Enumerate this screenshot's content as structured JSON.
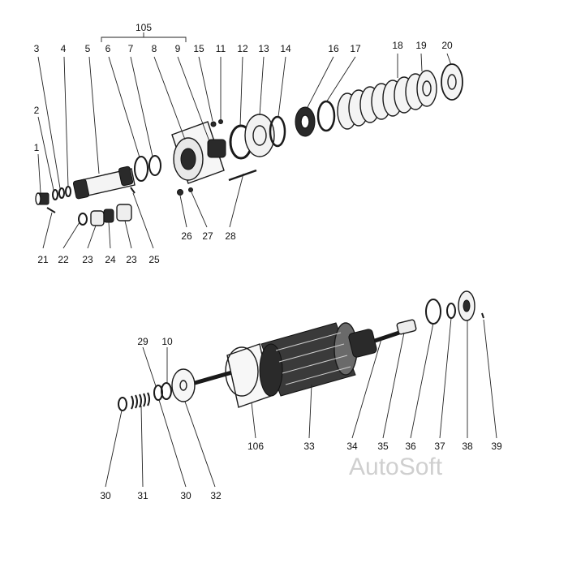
{
  "watermark": "AutoSoft",
  "top_group": {
    "bracket_label": "105",
    "labels": [
      "1",
      "2",
      "3",
      "4",
      "5",
      "6",
      "7",
      "8",
      "9",
      "15",
      "11",
      "12",
      "13",
      "14",
      "16",
      "17",
      "18",
      "19",
      "20",
      "21",
      "22",
      "23",
      "24",
      "23",
      "25",
      "26",
      "27",
      "28"
    ]
  },
  "bottom_group": {
    "labels": [
      "29",
      "10",
      "30",
      "31",
      "30",
      "32",
      "106",
      "33",
      "34",
      "35",
      "36",
      "37",
      "38",
      "39"
    ]
  }
}
